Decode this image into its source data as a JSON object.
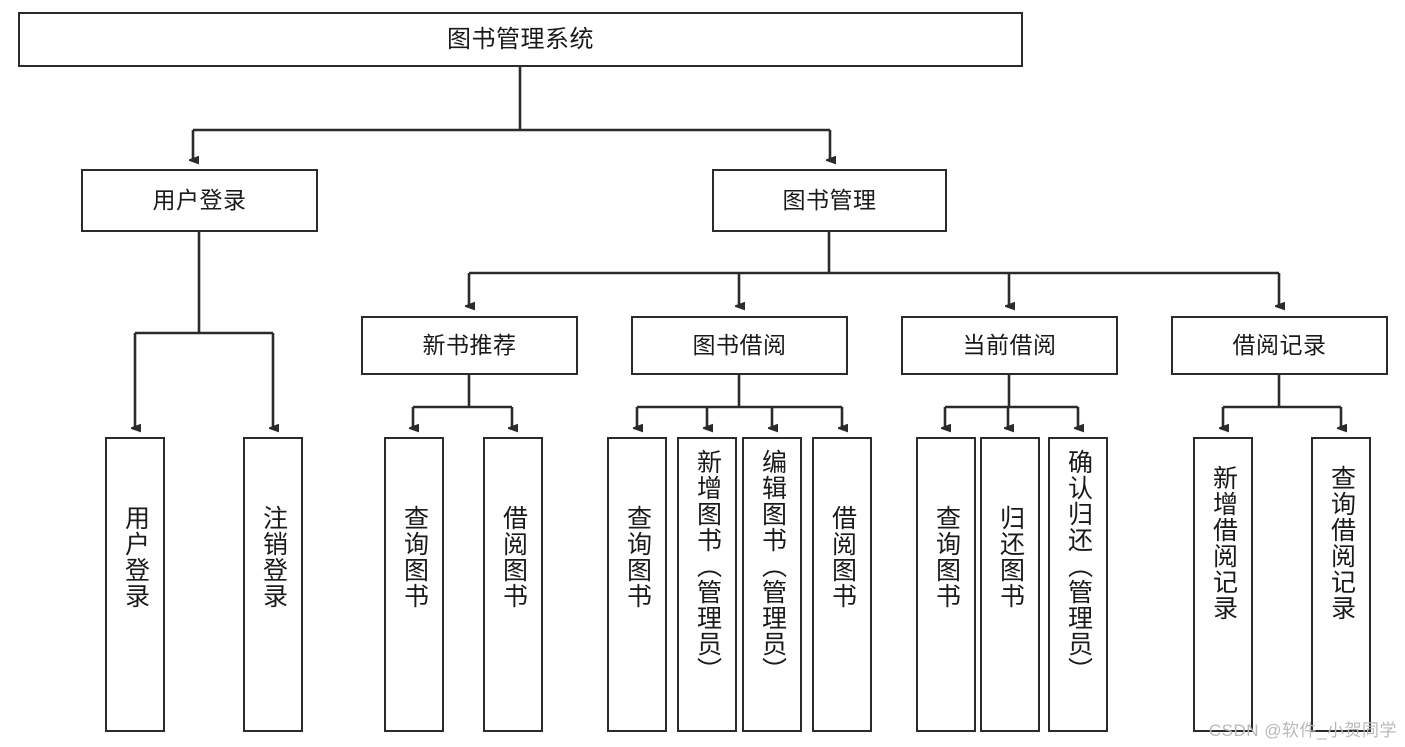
{
  "diagram": {
    "title": "图书管理系统",
    "type": "tree-hierarchy-flowchart",
    "root": {
      "id": "root",
      "label": "图书管理系统"
    },
    "level2": [
      {
        "id": "user-login",
        "label": "用户登录"
      },
      {
        "id": "book-management",
        "label": "图书管理"
      }
    ],
    "level3": [
      {
        "id": "new-book-recommend",
        "label": "新书推荐"
      },
      {
        "id": "book-borrow",
        "label": "图书借阅"
      },
      {
        "id": "current-borrow",
        "label": "当前借阅"
      },
      {
        "id": "borrow-record",
        "label": "借阅记录"
      }
    ],
    "leaves": {
      "user_login": [
        {
          "id": "leaf-user-login",
          "label": "用户登录"
        },
        {
          "id": "leaf-logout-login",
          "label": "注销登录"
        }
      ],
      "new_book_recommend": [
        {
          "id": "leaf-query-book-1",
          "label": "查询图书"
        },
        {
          "id": "leaf-borrow-book-1",
          "label": "借阅图书"
        }
      ],
      "book_borrow": [
        {
          "id": "leaf-query-book-2",
          "label": "查询图书"
        },
        {
          "id": "leaf-add-book",
          "label": "新增图书（管理员）"
        },
        {
          "id": "leaf-edit-book",
          "label": "编辑图书（管理员）"
        },
        {
          "id": "leaf-borrow-book-2",
          "label": "借阅图书"
        }
      ],
      "current_borrow": [
        {
          "id": "leaf-query-book-3",
          "label": "查询图书"
        },
        {
          "id": "leaf-return-book",
          "label": "归还图书"
        },
        {
          "id": "leaf-confirm-return",
          "label": "确认归还（管理员）"
        }
      ],
      "borrow_record": [
        {
          "id": "leaf-add-record",
          "label": "新增借阅记录"
        },
        {
          "id": "leaf-query-record",
          "label": "查询借阅记录"
        }
      ]
    }
  },
  "watermark": {
    "text": "CSDN @软件_小贺同学"
  },
  "colors": {
    "stroke": "#2b2b2b",
    "fill": "#ffffff",
    "text": "#1a1a1a",
    "watermark": "#b9b9b9"
  }
}
